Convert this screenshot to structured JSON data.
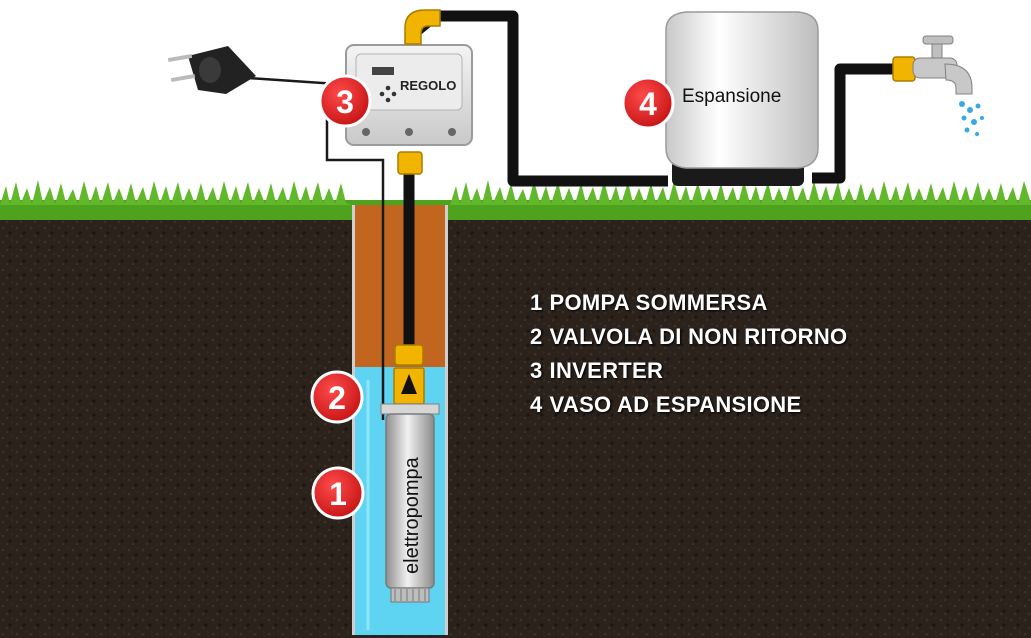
{
  "colors": {
    "soil": "#2b221c",
    "grass": "#4fa21d",
    "well_top": "#c1651f",
    "water": "#5fd3f2",
    "badge": "#e21d1d",
    "pipe": "#111111",
    "fitting": "#f1b400"
  },
  "labels": {
    "pump_body": "elettropompa",
    "inverter_brand": "REGOLO",
    "tank": "Espansione"
  },
  "badges": [
    "1",
    "2",
    "3",
    "4"
  ],
  "legend": [
    {
      "num": "1",
      "text": "POMPA SOMMERSA"
    },
    {
      "num": "2",
      "text": "VALVOLA DI NON RITORNO"
    },
    {
      "num": "3",
      "text": "INVERTER"
    },
    {
      "num": "4",
      "text": "VASO AD ESPANSIONE"
    }
  ],
  "icons": [
    "power-plug-icon",
    "water-tap-icon",
    "check-valve-arrow-icon"
  ]
}
